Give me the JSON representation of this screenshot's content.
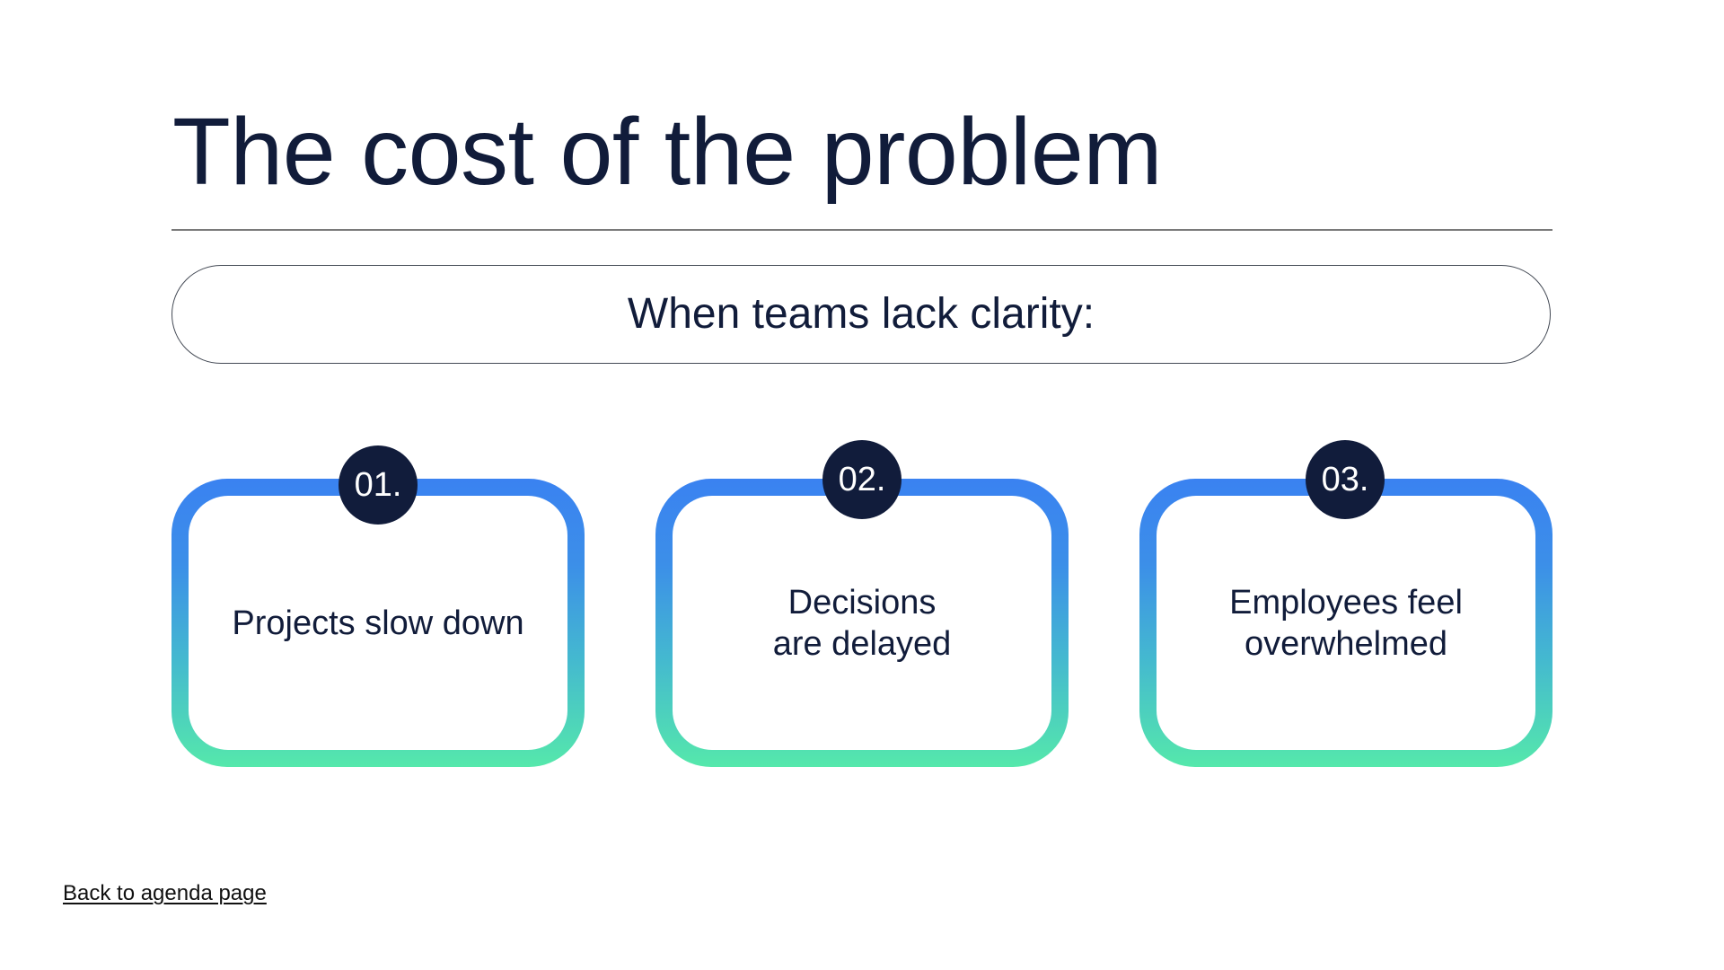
{
  "slide": {
    "title": "The cost of the problem",
    "subtitle": "When teams lack clarity:",
    "cards": [
      {
        "number": "01.",
        "text": "Projects slow down"
      },
      {
        "number": "02.",
        "text": "Decisions\nare delayed"
      },
      {
        "number": "03.",
        "text": "Employees feel\noverwhelmed"
      }
    ],
    "back_link": "Back to agenda page"
  },
  "colors": {
    "text": "#111c3a",
    "badge": "#111c3b",
    "gradient_top": "#3a82f1",
    "gradient_bottom": "#55e8ab",
    "divider": "#7a7a7a"
  }
}
